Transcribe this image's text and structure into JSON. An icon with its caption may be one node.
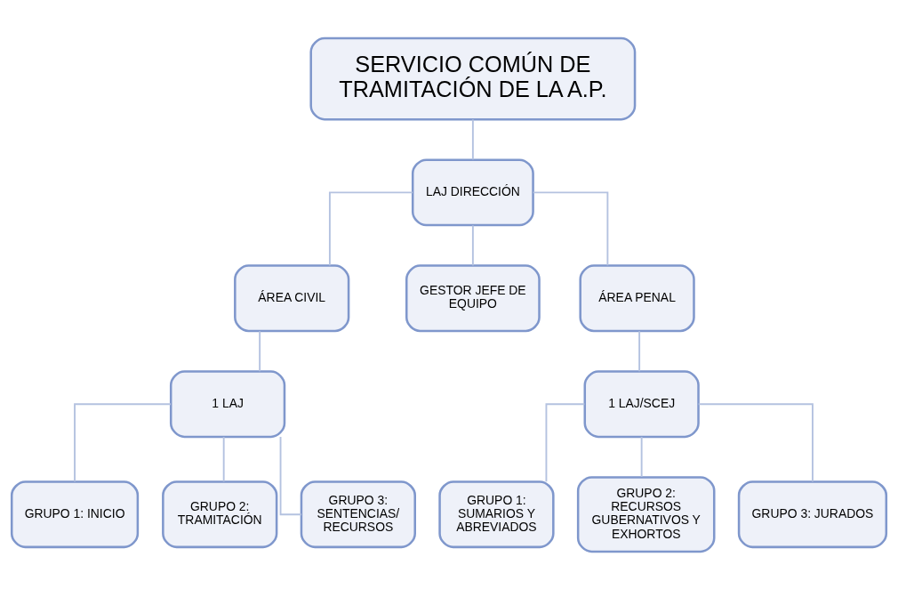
{
  "diagram": {
    "nodes": [
      {
        "text": [
          "SERVICIO COMÚN DE TRAMITACIÓN DE LA A.P."
        ]
      },
      {
        "text": [
          "LAJ DIRECCIÓN"
        ]
      },
      {
        "text": [
          "ÁREA CIVIL"
        ]
      },
      {
        "text": [
          "GESTOR JEFE DE EQUIPO"
        ]
      },
      {
        "text": [
          "ÁREA PENAL"
        ]
      },
      {
        "text": [
          "1 LAJ"
        ]
      },
      {
        "text": [
          "1 LAJ/SCEJ"
        ]
      },
      {
        "text": [
          "GRUPO 1: INICIO"
        ]
      },
      {
        "text": [
          "GRUPO 2: TRAMITACIÓN"
        ]
      },
      {
        "text": [
          "GRUPO 3: SENTENCIAS/ RECURSOS"
        ]
      },
      {
        "text": [
          "GRUPO 1: SUMARIOS Y ABREVIADOS"
        ]
      },
      {
        "text": [
          "GRUPO 2: RECURSOS GUBERNATIVOS Y EXHORTOS"
        ]
      },
      {
        "text": [
          "GRUPO 3: JURADOS"
        ]
      }
    ],
    "edges": [
      {
        "from": 0,
        "to": 1,
        "arrow": "none"
      },
      {
        "from": 1,
        "to": 2,
        "arrow": "none"
      },
      {
        "from": 1,
        "to": 3,
        "arrow": "none"
      },
      {
        "from": 1,
        "to": 4,
        "arrow": "none"
      },
      {
        "from": 2,
        "to": 5,
        "arrow": "none"
      },
      {
        "from": 4,
        "to": 6,
        "arrow": "none"
      },
      {
        "from": 5,
        "to": 7,
        "arrow": "none"
      },
      {
        "from": 5,
        "to": 8,
        "arrow": "none"
      },
      {
        "from": 5,
        "to": 9,
        "arrow": "none"
      },
      {
        "from": 6,
        "to": 10,
        "arrow": "none"
      },
      {
        "from": 6,
        "to": 11,
        "arrow": "none"
      },
      {
        "from": 6,
        "to": 12,
        "arrow": "none"
      }
    ]
  }
}
